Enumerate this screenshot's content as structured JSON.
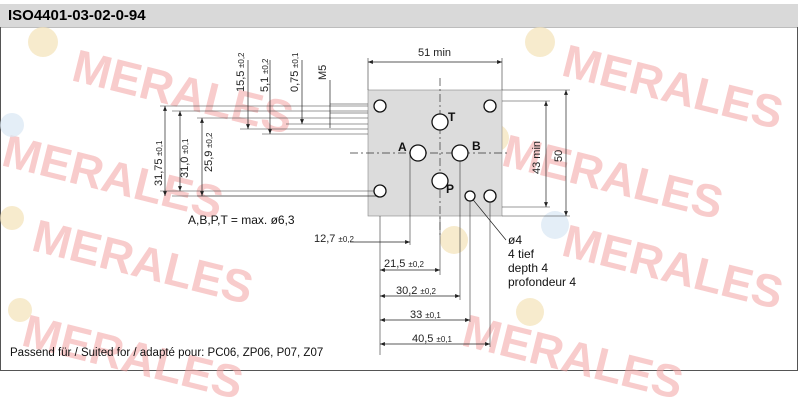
{
  "header": {
    "title": "ISO4401-03-02-0-94"
  },
  "watermark": {
    "text": "MERALES",
    "color": "#f3a3a3"
  },
  "diagram": {
    "ports": [
      "T",
      "A",
      "B",
      "P"
    ],
    "port_note": "A,B,P,T = max. ø6,3",
    "hole_spec": [
      "ø4",
      "4 tief",
      "depth 4",
      "profondeur 4"
    ],
    "thread": "M5",
    "dims_top": {
      "width": "51 min"
    },
    "dims_right": {
      "inner": "43 min",
      "outer": "50"
    },
    "dims_left": [
      {
        "value": "31,75",
        "tol": "±0,1"
      },
      {
        "value": "31,0",
        "tol": "±0,1"
      },
      {
        "value": "25,9",
        "tol": "±0,2"
      },
      {
        "value": "15,5",
        "tol": "±0,2"
      },
      {
        "value": "5,1",
        "tol": "±0,2"
      },
      {
        "value": "0,75",
        "tol": "±0,1"
      }
    ],
    "dims_bottom": [
      {
        "value": "12,7",
        "tol": "±0,2"
      },
      {
        "value": "21,5",
        "tol": "±0,2"
      },
      {
        "value": "30,2",
        "tol": "±0,2"
      },
      {
        "value": "33",
        "tol": "±0,1"
      },
      {
        "value": "40,5",
        "tol": "±0,1"
      }
    ]
  },
  "footer": {
    "suited_for": "Passend für / Suited for / adapté pour:   PC06, ZP06, P07, Z07"
  }
}
